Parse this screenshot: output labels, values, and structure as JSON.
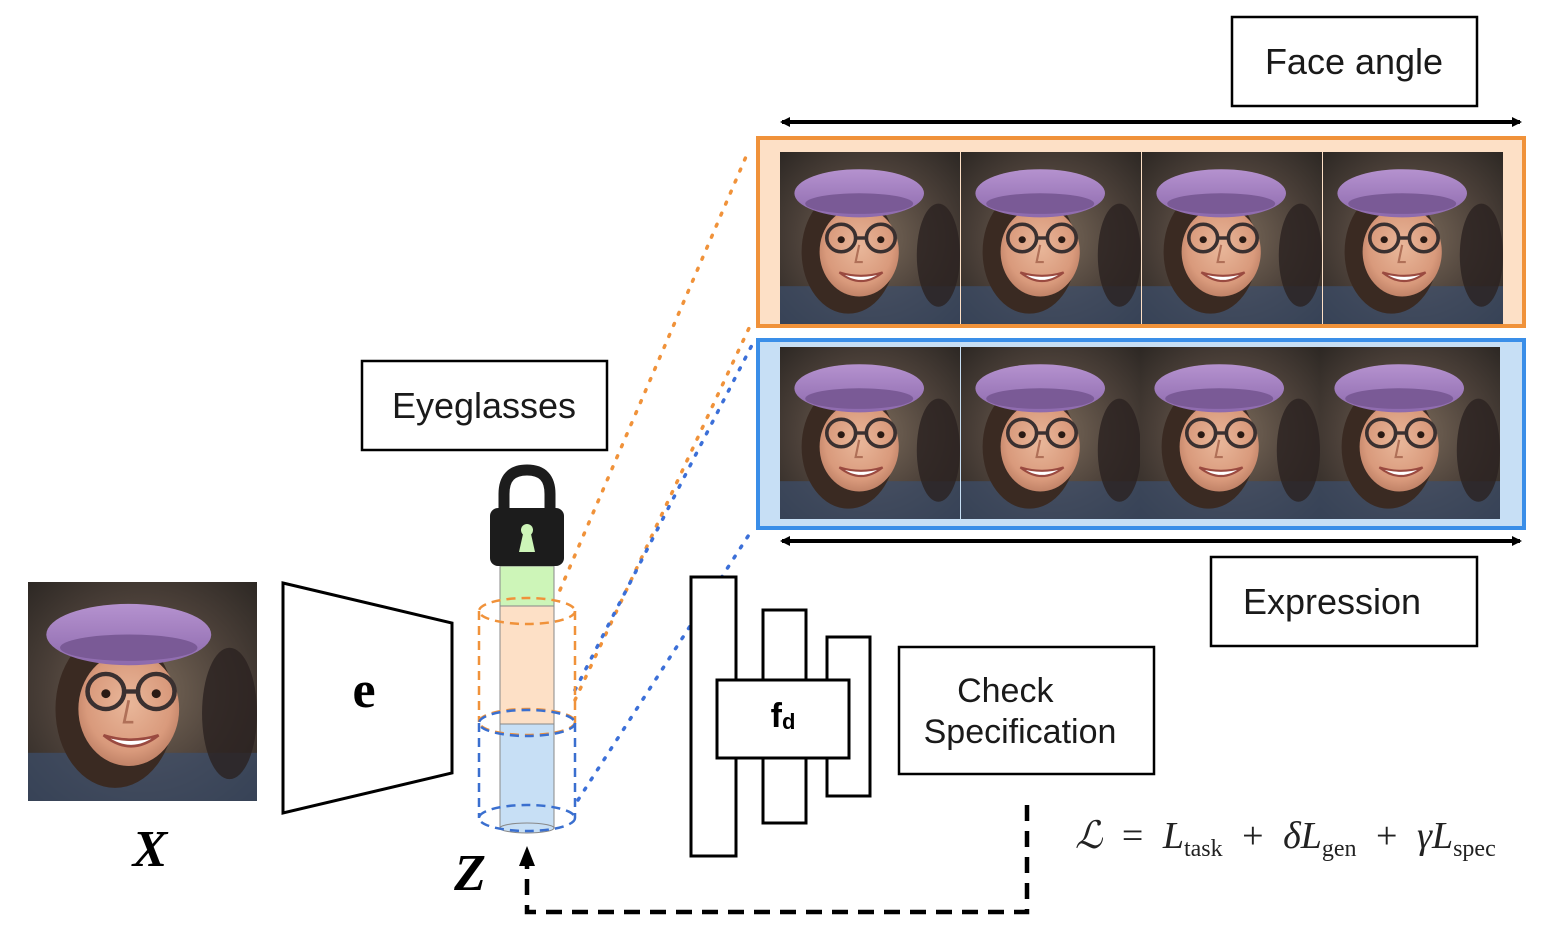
{
  "labels": {
    "face_angle": "Face angle",
    "expression": "Expression",
    "eyeglasses": "Eyeglasses",
    "check_line1": "Check",
    "check_line2": "Specification",
    "encoder": "e",
    "decoder_main": "f",
    "decoder_sub": "d",
    "input_var": "X",
    "latent_var": "Z"
  },
  "loss": {
    "L": "ℒ",
    "eq": "=",
    "t1": "L",
    "t1_sub": "task",
    "plus1": "+",
    "coef2": "δL",
    "t2_sub": "gen",
    "plus2": "+",
    "coef3": "γL",
    "t3_sub": "spec"
  },
  "colors": {
    "orange": "#f0923a",
    "orange_fill": "#fde0c6",
    "blue": "#3a8ee8",
    "blue_fill": "#c7dff5",
    "green_fill": "#cdf5b8",
    "dot_orange": "#f0923a",
    "dot_blue": "#3b6fd8",
    "lock": "#1c1c1c"
  },
  "icons": {
    "lock": "lock-icon",
    "face": "face-photo"
  },
  "rows": {
    "top_count": 4,
    "bottom_count": 4
  }
}
